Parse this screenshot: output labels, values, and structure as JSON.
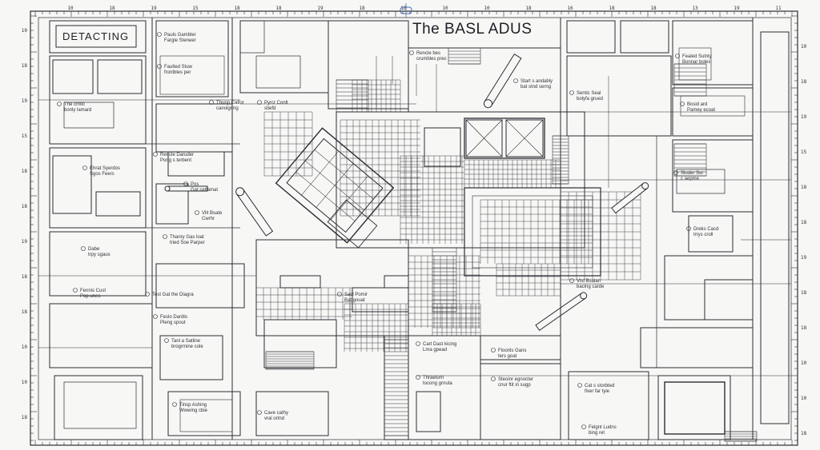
{
  "drawing": {
    "title": "The BASL ADUS",
    "box_label": "DETACTING",
    "colors": {
      "paper": "#f7f7f5",
      "ink": "#2a2d33",
      "ink_light": "#6b7079",
      "marker": "#4a6fb0"
    }
  },
  "ruler": {
    "top": [
      "10",
      "18",
      "19",
      "15",
      "18",
      "18",
      "19",
      "18",
      "18",
      "10",
      "10",
      "18",
      "16",
      "18",
      "18",
      "13",
      "19",
      "11"
    ],
    "left": [
      "10",
      "18",
      "19",
      "15",
      "18",
      "18",
      "19",
      "18",
      "18",
      "10",
      "10",
      "18"
    ]
  },
  "annotations": [
    {
      "text": "Pauls Gambler",
      "sub": "Fargle Steneer"
    },
    {
      "text": "Faulted Stuw",
      "sub": "frontbles per"
    },
    {
      "text": "The cmtic",
      "sub": "bonly lamard"
    },
    {
      "text": "Rencle bes",
      "sub": "crumbles prec"
    },
    {
      "text": "Thunp Catlor",
      "sub": "canolgring"
    },
    {
      "text": "Pyrcr Conlt",
      "sub": "stiefd"
    },
    {
      "text": "Rencle Daruder",
      "sub": "Pong s terbent"
    },
    {
      "text": "Start s andably",
      "sub": "bat stnd serng"
    },
    {
      "text": "Sentic Seal",
      "sub": "bolyfa grued"
    },
    {
      "text": "Fealed Sulnty",
      "sub": "Bonnar boles"
    },
    {
      "text": "Bosid ard",
      "sub": "Pamey ecoat"
    },
    {
      "text": "Pos",
      "sub": "Gat cetlamat"
    },
    {
      "text": "Vlit Bsate",
      "sub": "Cwrhr"
    },
    {
      "text": "Thanry Gas loat",
      "sub": "tried Soe Parper"
    },
    {
      "text": "Dabe",
      "sub": "trpy sgaus"
    },
    {
      "text": "Fennis Cust",
      "sub": "Pop unes"
    },
    {
      "text": "Test Gat the Diagra",
      "sub": ""
    },
    {
      "text": "Feslo Dardlo",
      "sub": "Pleng spout"
    },
    {
      "text": "Sacl Pomir",
      "sub": "Bat gouat"
    },
    {
      "text": "Vlst Bsalan",
      "sub": "baclng carde"
    },
    {
      "text": "Tanl a Satline",
      "sub": "brogrmine cole"
    },
    {
      "text": "Tinsp Ashing",
      "sub": "Wwwing cbie"
    },
    {
      "text": "Cave cathy",
      "sub": "vral ortnd"
    },
    {
      "text": "Cart Dast kicing",
      "sub": "Lma gpead"
    },
    {
      "text": "Thraeturn",
      "sub": "tocong grnuta"
    },
    {
      "text": "Floonls Gans",
      "sub": "ters goat"
    },
    {
      "text": "Steoinr egnocter",
      "sub": "cnur ftit in sugp"
    },
    {
      "text": "Cat s storbted",
      "sub": "fixer far tyie"
    },
    {
      "text": "Felgnt Ludns",
      "sub": "bing ret"
    },
    {
      "text": "Dreks Cacd",
      "sub": "trrys croll"
    },
    {
      "text": "Sloder Sor",
      "sub": "c aepme"
    },
    {
      "text": "Ehrat Syerdos",
      "sub": "Sgos Feers"
    }
  ]
}
